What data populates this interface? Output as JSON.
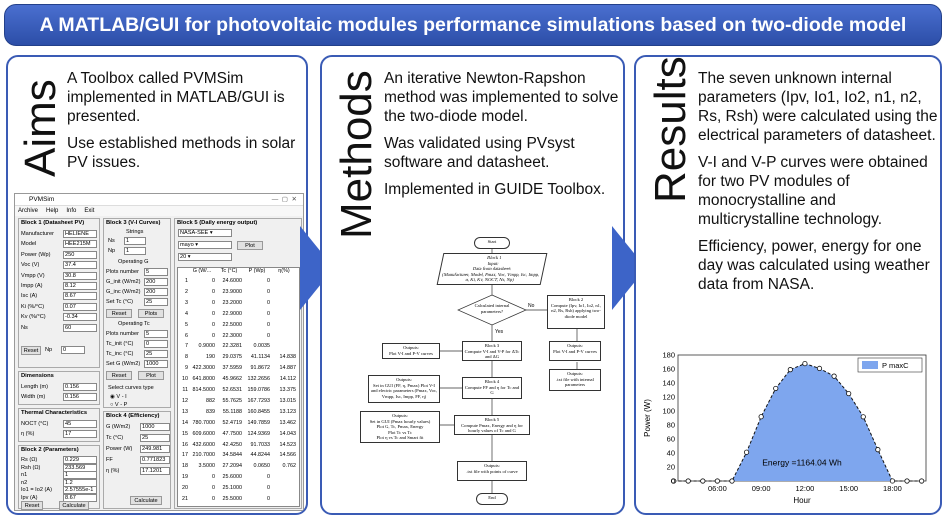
{
  "banner": {
    "title": "A MATLAB/GUI for photovoltaic modules performance simulations based on two-diode model"
  },
  "aims": {
    "heading": "Aims",
    "p1": "A Toolbox called PVMSim implemented in MATLAB/GUI is presented.",
    "p2": "Use established methods in solar PV issues."
  },
  "methods": {
    "heading": "Methods",
    "p1": "An iterative Newton-Rapshon method was implemented to solve the two-diode model.",
    "p2": "Was validated using PVsyst software and datasheet.",
    "p3": "Implemented in GUIDE Toolbox."
  },
  "results": {
    "heading": "Results",
    "p1": "The seven unknown internal parameters (Ipv, Io1, Io2, n1, n2, Rs, Rsh) were calculated using the electrical parameters of datasheet.",
    "p2": "V-I and V-P curves were obtained for two PV modules of monocrystalline and multicrystalline technology.",
    "p3": "Efficiency, power, energy for one day was calculated using weather data from NASA."
  },
  "gui": {
    "title": "PVMSim",
    "menu": [
      "Archive",
      "Help",
      "Info",
      "Exit"
    ],
    "b1": {
      "title": "Block 1 (Datasheet PV)",
      "rows": [
        [
          "Manufacturer",
          "HELIENE"
        ],
        [
          "Model",
          "HEE215M"
        ],
        [
          "Power (Wp)",
          "250"
        ],
        [
          "Voc (V)",
          "37.4"
        ],
        [
          "Vmpp (V)",
          "30.8"
        ],
        [
          "Impp (A)",
          "8.12"
        ],
        [
          "Isc (A)",
          "8.67"
        ],
        [
          "Ki (%/°C)",
          "0.07"
        ],
        [
          "Kv (%/°C)",
          "-0.34"
        ],
        [
          "Ns",
          "60"
        ]
      ],
      "reset": "Reset",
      "np_label": "Np",
      "np": "0"
    },
    "dim": {
      "title": "Dimensions",
      "rows": [
        [
          "Length (m)",
          "0.156"
        ],
        [
          "Width (m)",
          "0.156"
        ]
      ]
    },
    "therm": {
      "title": "Thermal Characteristics",
      "rows": [
        [
          "NOCT (°C)",
          "45"
        ],
        [
          "η (%)",
          "17"
        ]
      ]
    },
    "b2": {
      "title": "Block 2 (Parameters)",
      "rows": [
        [
          "Rs (Ω)",
          "0.229"
        ],
        [
          "Rsh (Ω)",
          "233.569"
        ],
        [
          "n1",
          "1"
        ],
        [
          "n2",
          "1.2"
        ],
        [
          "Io1 = Io2 (A)",
          "2.57555e-1"
        ],
        [
          "Ipv (A)",
          "8.67"
        ]
      ],
      "reset": "Reset",
      "calc": "Calculate"
    },
    "b3": {
      "title": "Block 3 (V-I Curves)",
      "strings": "Strings",
      "ns_label": "Ns",
      "ns": "1",
      "np_label": "Np",
      "np": "1",
      "opG": "Operating G",
      "plots_label": "Plots number",
      "plots": "5",
      "ginit_label": "G_init (W/m2)",
      "ginit": "200",
      "ginc_label": "G_inc (W/m2)",
      "ginc": "200",
      "settc_label": "Set Tc (°C)",
      "settc": "25",
      "reset": "Reset",
      "plot": "Plots",
      "opTc": "Operating Tc",
      "plots2": "5",
      "tcinit_label": "Tc_init (°C)",
      "tcinit": "0",
      "tcinc_label": "Tc_inc (°C)",
      "tcinc": "25",
      "setg_label": "Set G (W/m2)",
      "setg": "1000",
      "curves": "Select curves type",
      "opt1": "V - I",
      "opt2": "V - P"
    },
    "b4": {
      "title": "Block 4 (Efficiency)",
      "rows": [
        [
          "G (W/m2)",
          "1000"
        ],
        [
          "Tc (°C)",
          "25"
        ],
        [
          "Power (W)",
          "249.981"
        ],
        [
          "FF",
          "0.771823"
        ],
        [
          "η (%)",
          "17.1201"
        ]
      ],
      "calc": "Calculate"
    },
    "b5": {
      "title": "Block 5 (Daily energy output)",
      "source": "NASA-SEE",
      "month": "mayo",
      "day": "20",
      "plot": "Plot",
      "headers": [
        "",
        "G (W/...",
        "Tc (°C)",
        "P (Wp)",
        "η(%)"
      ],
      "rows": [
        [
          "1",
          "0",
          "24.6000",
          "0",
          ""
        ],
        [
          "2",
          "0",
          "23.9000",
          "0",
          ""
        ],
        [
          "3",
          "0",
          "23.2000",
          "0",
          ""
        ],
        [
          "4",
          "0",
          "22.9000",
          "0",
          ""
        ],
        [
          "5",
          "0",
          "22.5000",
          "0",
          ""
        ],
        [
          "6",
          "0",
          "22.3000",
          "0",
          ""
        ],
        [
          "7",
          "0.9000",
          "22.3281",
          "0.0035",
          ""
        ],
        [
          "8",
          "190",
          "29.0375",
          "41.1134",
          "14.838"
        ],
        [
          "9",
          "422.3000",
          "37.5959",
          "91.8672",
          "14.887"
        ],
        [
          "10",
          "641.8000",
          "45.9662",
          "132.2656",
          "14.112"
        ],
        [
          "11",
          "814.5000",
          "52.6531",
          "159.0786",
          "13.375"
        ],
        [
          "12",
          "882",
          "55.7625",
          "167.7293",
          "13.015"
        ],
        [
          "13",
          "839",
          "55.1188",
          "160.8455",
          "13.123"
        ],
        [
          "14",
          "780.7000",
          "52.4719",
          "149.7859",
          "13.462"
        ],
        [
          "15",
          "609.6000",
          "47.7500",
          "124.9369",
          "14.043"
        ],
        [
          "16",
          "432.6000",
          "42.4250",
          "91.7033",
          "14.523"
        ],
        [
          "17",
          "210.7000",
          "34.5844",
          "44.8244",
          "14.566"
        ],
        [
          "18",
          "3.5000",
          "27.2094",
          "0.0650",
          "0.762"
        ],
        [
          "19",
          "0",
          "25.6000",
          "0",
          ""
        ],
        [
          "20",
          "0",
          "25.1000",
          "0",
          ""
        ],
        [
          "21",
          "0",
          "25.5000",
          "0",
          ""
        ]
      ]
    }
  },
  "flow": {
    "start": "Start",
    "b1": "Block 1\nInput:\nData from datasheet:\n(Manufacturer, Model, Pmax, Voc, Vmpp, Isc, Impp, α, Ki, Kv, NOCT, Ns, Np)",
    "dec": "Calculated internal parameters?",
    "no": "No",
    "yes": "Yes",
    "b2": "Block 2\nCompute (Ipv, Io1, Io2, n1, n2, Rs, Rsh) applying two-diode model",
    "out2": "Outputs:\nPlot V-I and P-V curves",
    "txtout": "Outputs:\n.txt file with internal parameters",
    "b3": "Block 3\nCompute V-I and V-P for ΔTc and ΔG",
    "out3": "Outputs:\nPlot V-I and P-V curves",
    "b4": "Block 4\nCompute FF and η for Tc and G",
    "out4": "Outputs:\nSet in GUI (FF, η, Pmax) Plot V-I and electric parameters (Pmax, Voc, Vmpp, Isc, Impp, FF, η)",
    "b5": "Block 5\nCompute Pmax, Energy and η for hourly values of Tc and G",
    "out5": "Outputs:\nSet in GUI (Pmax hourly values)\nPlot G, Tc, Pmax, Energy\nPlot Tc vs Tc\nPlot η vs Tc and Smart fit",
    "outtxt": "Outputs:\n.txt file with points of curve",
    "end": "End"
  },
  "chart_data": {
    "type": "area",
    "ylabel": "Power (W)",
    "xlabel": "Hour",
    "legend": "P maxC",
    "annotation": "Energy =1164.04 Wh",
    "xticks": [
      "06:00",
      "09:00",
      "12:00",
      "15:00",
      "18:00"
    ],
    "yticks": [
      "0",
      "20",
      "40",
      "60",
      "80",
      "100",
      "120",
      "140",
      "160",
      "180"
    ],
    "ylim": [
      0,
      180
    ],
    "x": [
      3,
      4,
      5,
      6,
      7,
      8,
      9,
      10,
      11,
      12,
      13,
      14,
      15,
      16,
      17,
      18,
      19,
      20
    ],
    "values": [
      0,
      0,
      0,
      0,
      0.0035,
      41.1134,
      91.8672,
      132.2656,
      159.0786,
      167.7293,
      160.8455,
      149.7859,
      124.9369,
      91.7033,
      44.8244,
      0.065,
      0,
      0
    ]
  }
}
